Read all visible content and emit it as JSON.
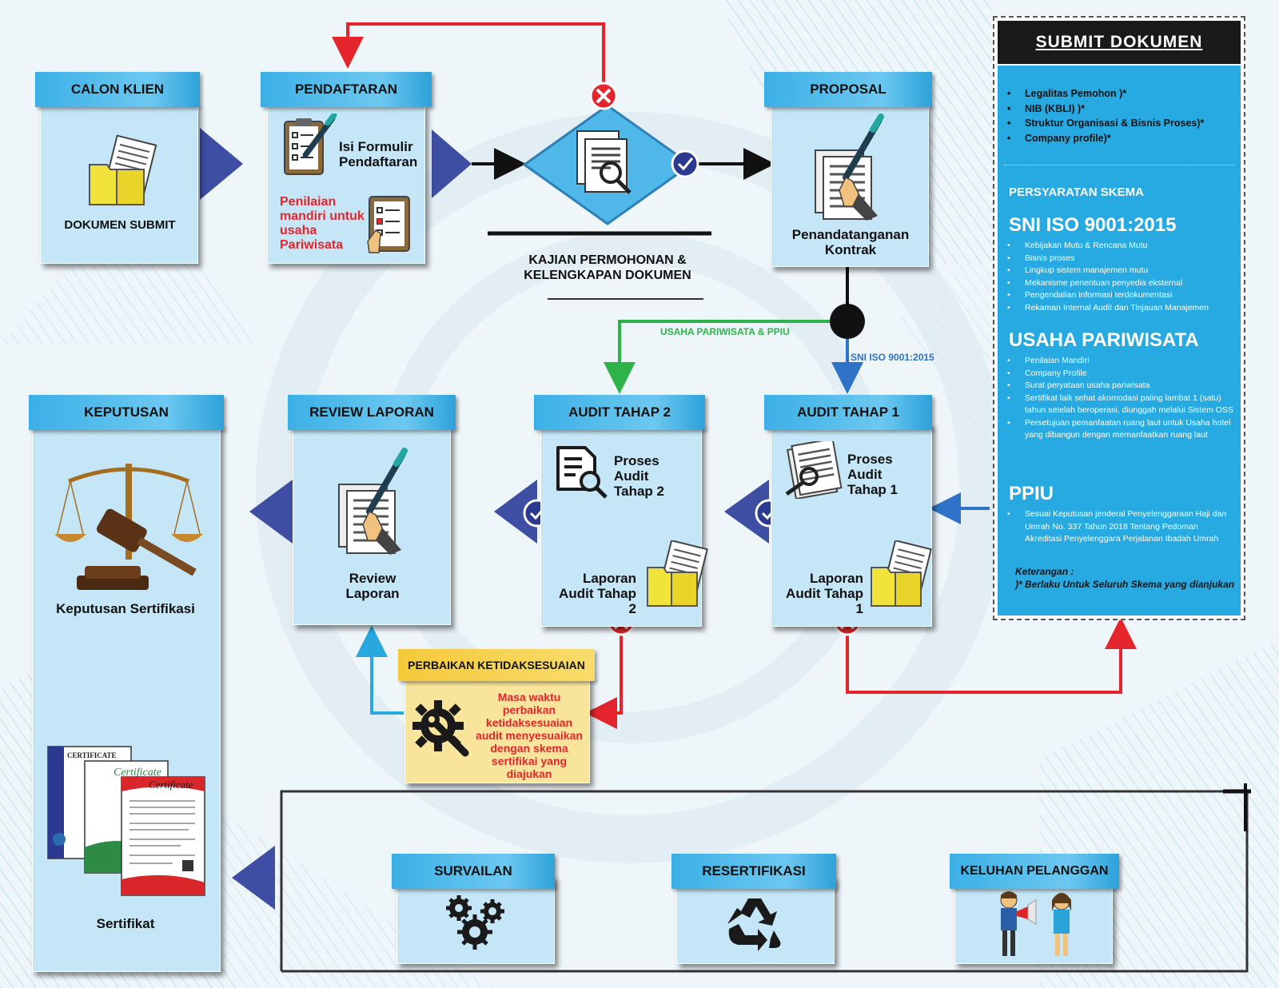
{
  "colors": {
    "accent": "#27aae1",
    "header": "#3bb0e6",
    "box": "#c4e6f6",
    "triangle": "#3d4ea3",
    "red": "#e4252b",
    "green": "#2db34a",
    "blue": "#2f73c8"
  },
  "nodes": {
    "calon_klien": {
      "title": "CALON KLIEN",
      "label": "DOKUMEN SUBMIT"
    },
    "pendaftaran": {
      "title": "PENDAFTARAN",
      "label1": "Isi Formulir\nPendaftaran",
      "label2": "Penilaian\nmandiri untuk\nusaha\nPariwisata"
    },
    "kajian": {
      "label": "KAJIAN PERMOHONAN &\nKELENGKAPAN DOKUMEN"
    },
    "proposal": {
      "title": "PROPOSAL",
      "label": "Penandatanganan\nKontrak"
    },
    "audit1": {
      "title": "AUDIT TAHAP 1",
      "label1": "Proses\nAudit\nTahap 1",
      "label2": "Laporan\nAudit Tahap 1"
    },
    "audit2": {
      "title": "AUDIT TAHAP 2",
      "label1": "Proses\nAudit\nTahap 2",
      "label2": "Laporan\nAudit Tahap 2"
    },
    "review": {
      "title": "REVIEW LAPORAN",
      "label": "Review\nLaporan"
    },
    "keputusan": {
      "title": "KEPUTUSAN",
      "label1": "Keputusan Sertifikasi",
      "label2": "Sertifikat"
    },
    "perbaikan": {
      "title": "PERBAIKAN KETIDAKSESUAIAN",
      "label": "Masa waktu\nperbaikan\nketidaksesuaian\naudit menyesuaikan\ndengan skema\nsertifikai yang\ndiajukan"
    },
    "survailan": {
      "title": "SURVAILAN"
    },
    "resertifikasi": {
      "title": "RESERTIFIKASI"
    },
    "keluhan": {
      "title": "KELUHAN PELANGGAN"
    }
  },
  "edge_labels": {
    "green": "USAHA PARIWISATA & PPIU",
    "blue": "SNI ISO 9001:2015"
  },
  "certificate_texts": [
    "CERTIFICATE",
    "Certificate",
    "Certificate"
  ],
  "panel": {
    "title": "SUBMIT DOKUMEN",
    "docs": [
      "Legalitas Pemohon )*",
      "NIB (KBLI) )*",
      "Struktur Organisasi & Bisnis Proses)*",
      "Company profile)*"
    ],
    "persyaratan": "PERSYARATAN SKEMA",
    "sni_title": "SNI ISO 9001:2015",
    "sni_items": [
      "Kebijakan Mutu & Rencana Mutu",
      "Bisnis proses",
      "Lingkup sistem manajemen mutu",
      "Mekanisme penentuan penyedia eksternal",
      "Pengendalian informasi terdokumentasi",
      "Rekaman Internal Audit dan Tinjauan Manajemen"
    ],
    "usaha_title": "USAHA PARIWISATA",
    "usaha_items": [
      "Penilaian Mandiri",
      "Company Profile",
      "Surat peryataan usaha pariwisata",
      "Sertifikat laik sehat akomodasi paling lambat 1 (satu) tahun setelah beroperasi, diunggah melalui Sistem OSS",
      "Persetujuan pemanfaatan ruang laut untuk Usaha hotel yang dibangun dengan memanfaatkan ruang laut"
    ],
    "ppiu_title": "PPIU",
    "ppiu_items": [
      "Sesuai Keputusan jenderal Penyelenggaraan Haji dan Umrah No.  337 Tahun 2018 Tentang Pedoman Akreditasi Penyelenggara Perjalanan Ibadah Umrah"
    ],
    "note_title": "Keterangan :",
    "note_text": ")* Berlaku Untuk Seluruh Skema yang dianjukan"
  }
}
